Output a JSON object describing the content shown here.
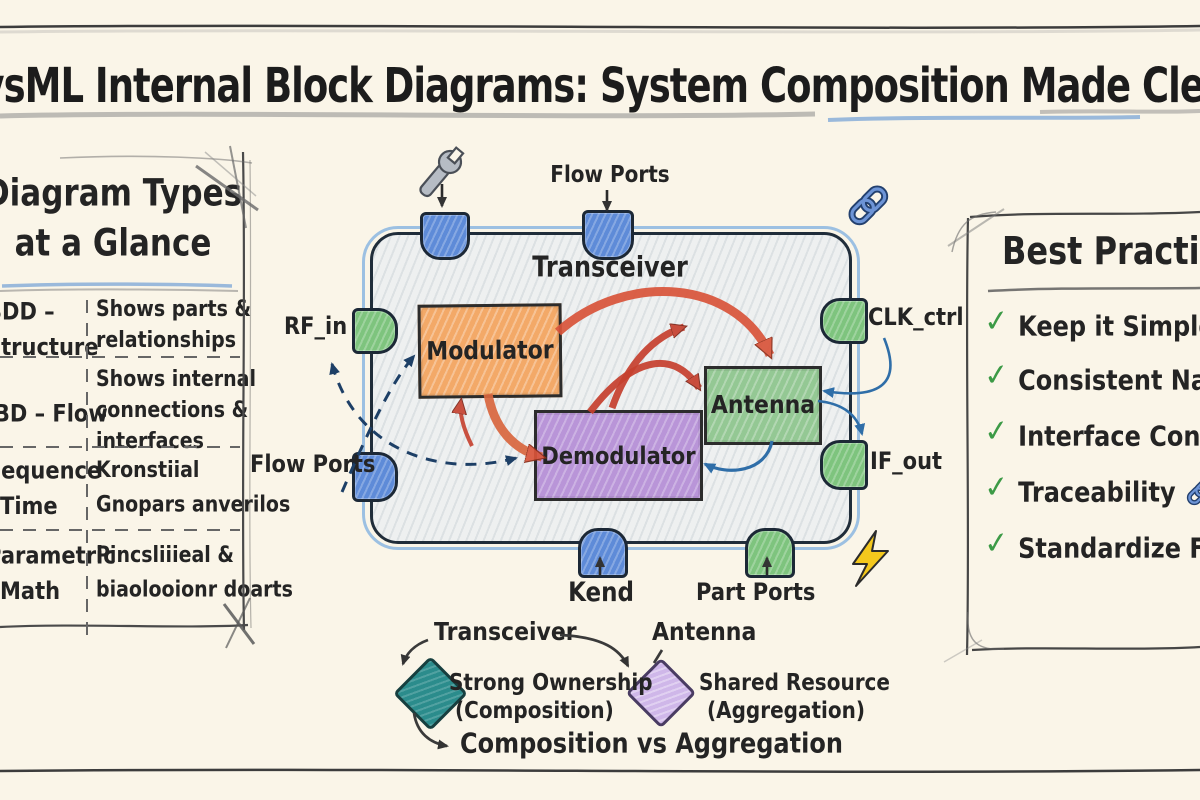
{
  "palette": {
    "background": "#faf5e8",
    "ink": "#222222",
    "port_blue": "#5e8bd8",
    "port_green": "#7ec47e",
    "modulator_orange": "#f3a968",
    "demodulator_purple": "#b995d8",
    "antenna_green": "#94c894",
    "composition_teal": "#2b8c8c",
    "aggregation_lavender": "#cfb7e9",
    "arrow_red": "#cf4b33",
    "arrow_navy": "#1d3f66",
    "arrow_blue": "#2f6ea8",
    "check_green": "#3c9a46"
  },
  "title": "SysML Internal Block Diagrams: System Composition Made Clear",
  "left_panel": {
    "title_line1": "Diagram Types",
    "title_line2": "at a Glance",
    "rows": [
      {
        "label1": "BDD –",
        "label2": "Structure",
        "desc1": "Shows parts &",
        "desc2": "relationships",
        "desc3": ""
      },
      {
        "label1": "IBD – Flow",
        "label2": "",
        "desc1": "Shows internal",
        "desc2": "connections &",
        "desc3": "interfaces"
      },
      {
        "label1": "Sequence",
        "label2": "Time",
        "desc1": "Kronstiial",
        "desc2": "Gnopars anverilos",
        "desc3": ""
      },
      {
        "label1": "Parametric",
        "label2": "Math",
        "desc1": "Pincsliiieal &",
        "desc2": "biaolooionr doarts",
        "desc3": ""
      }
    ]
  },
  "diagram": {
    "block_title": "Transceiver",
    "parts": {
      "modulator": "Modulator",
      "demodulator": "Demodulator",
      "antenna": "Antenna"
    },
    "port_labels": {
      "flow_ports_top": "Flow Ports",
      "rf_in": "RF_in",
      "flow_ports_left": "Flow Ports",
      "clk_ctrl": "CLK_ctrl",
      "if_out": "IF_out",
      "bottom_left": "Kend",
      "bottom_right": "Part Ports"
    }
  },
  "right_panel": {
    "title": "Best Practices",
    "items": [
      {
        "check": "✓",
        "label": "Keep it Simple"
      },
      {
        "check": "✓",
        "label": "Consistent Naming"
      },
      {
        "check": "✓",
        "label": "Interface Contracts"
      },
      {
        "check": "✓",
        "label": "Traceability"
      },
      {
        "check": "✓",
        "label": "Standardize Flows"
      }
    ]
  },
  "legend": {
    "composition_title": "Transceiver",
    "composition_line1": "Strong Ownership",
    "composition_line2": "(Composition)",
    "aggregation_title": "Antenna",
    "aggregation_line1": "Shared Resource",
    "aggregation_line2": "(Aggregation)",
    "footer": "Composition vs Aggregation"
  }
}
